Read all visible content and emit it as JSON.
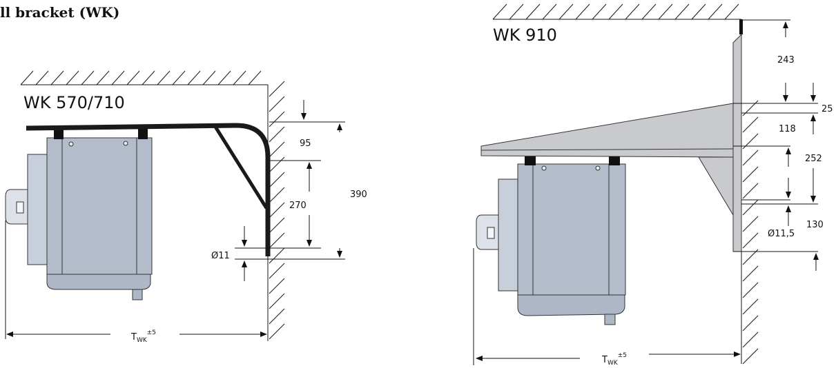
{
  "heading": "ll bracket (WK)",
  "left": {
    "model": "WK 570/710",
    "dims": [
      "95",
      "270",
      "390",
      "Ø11"
    ],
    "width_label": "T",
    "width_sub": "WK",
    "width_sup": "±5"
  },
  "right": {
    "model": "WK 910",
    "dims": [
      "243",
      "25",
      "118",
      "252",
      "130",
      "Ø11,5"
    ],
    "width_label": "T",
    "width_sub": "WK",
    "width_sup": "±5"
  },
  "colors": {
    "unit_body": "#b3bccb",
    "unit_panel": "#c7cfdb",
    "bracket_left": "#1a1a1a",
    "bracket_right": "#c8cacd",
    "mount_block": "#111111"
  }
}
